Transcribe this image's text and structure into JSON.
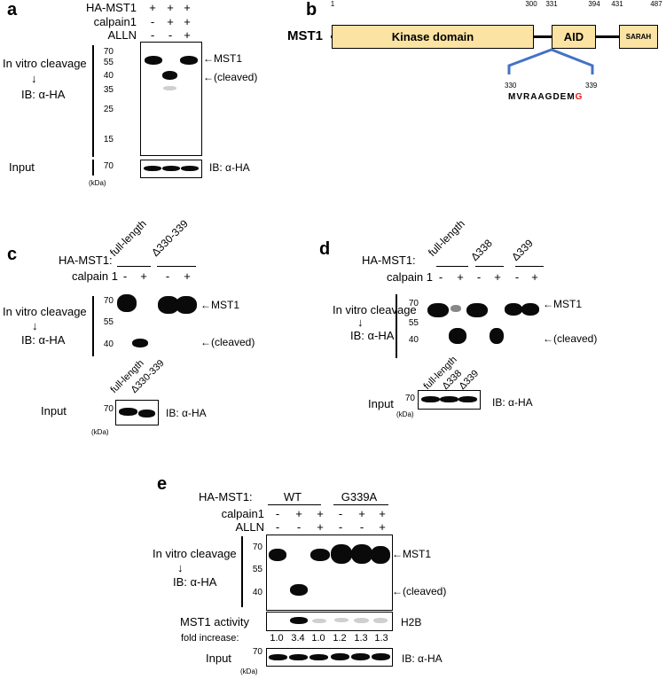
{
  "panel_a": {
    "label": "a",
    "rows": [
      {
        "name": "HA-MST1",
        "signs": [
          "+",
          "+",
          "+"
        ]
      },
      {
        "name": "calpain1",
        "signs": [
          "-",
          "+",
          "+"
        ]
      },
      {
        "name": "ALLN",
        "signs": [
          "-",
          "-",
          "+"
        ]
      }
    ],
    "assay_line1": "In vitro cleavage",
    "arrow": "↓",
    "assay_line2": "IB: α-HA",
    "markers": [
      "70",
      "55",
      "40",
      "35",
      "25",
      "15"
    ],
    "band_mst1": "←MST1",
    "band_cleaved": "←(cleaved)",
    "input_label": "Input",
    "input_marker": "70",
    "input_ib": "IB: α-HA",
    "kda": "(kDa)"
  },
  "panel_b": {
    "label": "b",
    "protein": "MST1",
    "positions": [
      "1",
      "300",
      "331",
      "394",
      "431",
      "487"
    ],
    "domains": {
      "kinase": "Kinase domain",
      "aid": "AID",
      "sarah": "SARAH"
    },
    "seq_start": "330",
    "seq_end": "339",
    "sequence_black": "MVRAAGDEM",
    "sequence_red": "G",
    "colors": {
      "domain_fill": "#fbe3a3",
      "bracket": "#4472c4",
      "highlight": "#e02020"
    }
  },
  "panel_c": {
    "label": "c",
    "row_label": "HA-MST1:",
    "groups": [
      "full-length",
      "Δ330-339"
    ],
    "calpain_label": "calpain 1",
    "signs": [
      "-",
      "+",
      "-",
      "+"
    ],
    "assay_line1": "In vitro cleavage",
    "arrow": "↓",
    "assay_line2": "IB: α-HA",
    "markers": [
      "70",
      "55",
      "40"
    ],
    "band_mst1": "←MST1",
    "band_cleaved": "←(cleaved)",
    "input_groups": [
      "full-length",
      "Δ330-339"
    ],
    "input_label": "Input",
    "input_marker": "70",
    "input_ib": "IB: α-HA",
    "kda": "(kDa)"
  },
  "panel_d": {
    "label": "d",
    "row_label": "HA-MST1:",
    "groups": [
      "full-length",
      "Δ338",
      "Δ339"
    ],
    "calpain_label": "calpain 1",
    "signs": [
      "-",
      "+",
      "-",
      "+",
      "-",
      "+"
    ],
    "assay_line1": "In vitro cleavage",
    "arrow": "↓",
    "assay_line2": "IB: α-HA",
    "markers": [
      "70",
      "55",
      "40"
    ],
    "band_mst1": "←MST1",
    "band_cleaved": "←(cleaved)",
    "input_groups": [
      "full-length",
      "Δ338",
      "Δ339"
    ],
    "input_label": "Input",
    "input_marker": "70",
    "input_ib": "IB: α-HA",
    "kda": "(kDa)"
  },
  "panel_e": {
    "label": "e",
    "row_label": "HA-MST1:",
    "groups": [
      "WT",
      "G339A"
    ],
    "rows": [
      {
        "name": "calpain1",
        "signs": [
          "-",
          "+",
          "+",
          "-",
          "+",
          "+"
        ]
      },
      {
        "name": "ALLN",
        "signs": [
          "-",
          "-",
          "+",
          "-",
          "-",
          "+"
        ]
      }
    ],
    "assay_line1": "In vitro cleavage",
    "arrow": "↓",
    "assay_line2": "IB: α-HA",
    "markers": [
      "70",
      "55",
      "40"
    ],
    "band_mst1": "←MST1",
    "band_cleaved": "←(cleaved)",
    "activity_label": "MST1 activity",
    "activity_substrate": "H2B",
    "fold_label": "fold increase:",
    "fold_values": [
      "1.0",
      "3.4",
      "1.0",
      "1.2",
      "1.3",
      "1.3"
    ],
    "input_label": "Input",
    "input_marker": "70",
    "input_ib": "IB: α-HA",
    "kda": "(kDa)"
  }
}
